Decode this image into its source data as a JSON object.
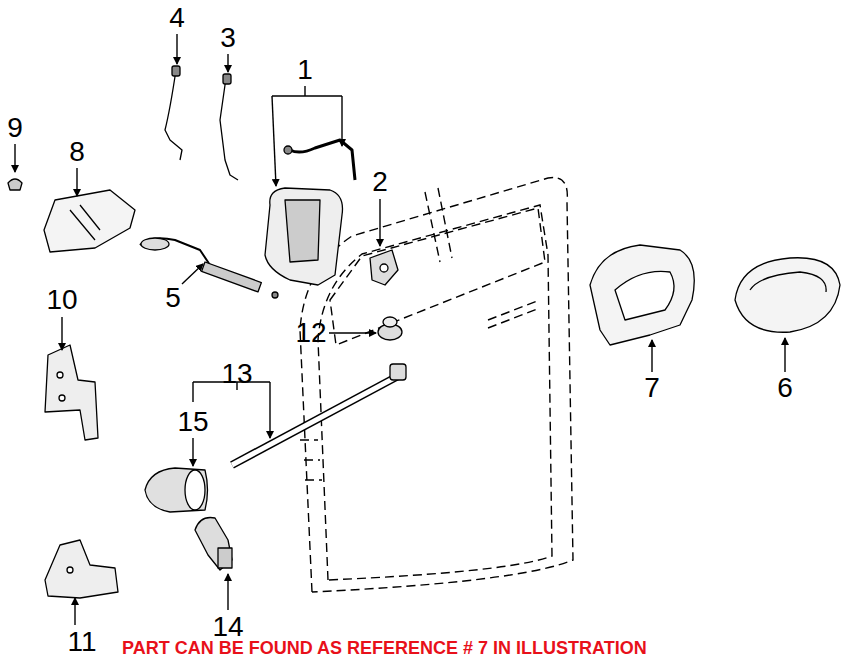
{
  "diagram": {
    "labels": [
      "4",
      "3",
      "1",
      "9",
      "8",
      "2",
      "5",
      "12",
      "7",
      "6",
      "10",
      "13",
      "15",
      "11",
      "14",
      "PART CAN BE FOUND AS REFERENCE # 7 IN ILLUSTRATION"
    ]
  }
}
